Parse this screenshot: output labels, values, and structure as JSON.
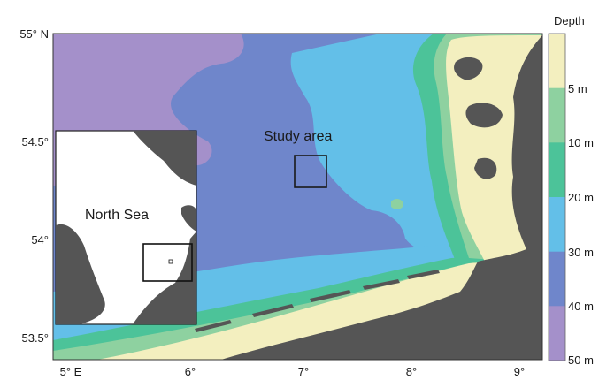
{
  "map": {
    "study_area_label": "Study area",
    "inset_label": "North Sea",
    "lat_labels": [
      "55° N",
      "54.5°",
      "54°",
      "53.5°"
    ],
    "lon_labels": [
      "5° E",
      "6°",
      "7°",
      "8°",
      "9°"
    ]
  },
  "legend": {
    "title": "Depth",
    "tick_labels": [
      "5 m",
      "10 m",
      "20 m",
      "30 m",
      "40 m",
      "50 m"
    ],
    "bins": [
      {
        "range": "0-5 m",
        "color": "#f3efbf"
      },
      {
        "range": "5-10 m",
        "color": "#8ed1a0"
      },
      {
        "range": "10-20 m",
        "color": "#4cc399"
      },
      {
        "range": "20-30 m",
        "color": "#63bfe8"
      },
      {
        "range": "30-40 m",
        "color": "#6f86cb"
      },
      {
        "range": "40-50 m",
        "color": "#a490ca"
      }
    ]
  },
  "colors": {
    "land": "#555555",
    "inset_sea": "#ffffff",
    "study_box": "#1a1a1a"
  }
}
